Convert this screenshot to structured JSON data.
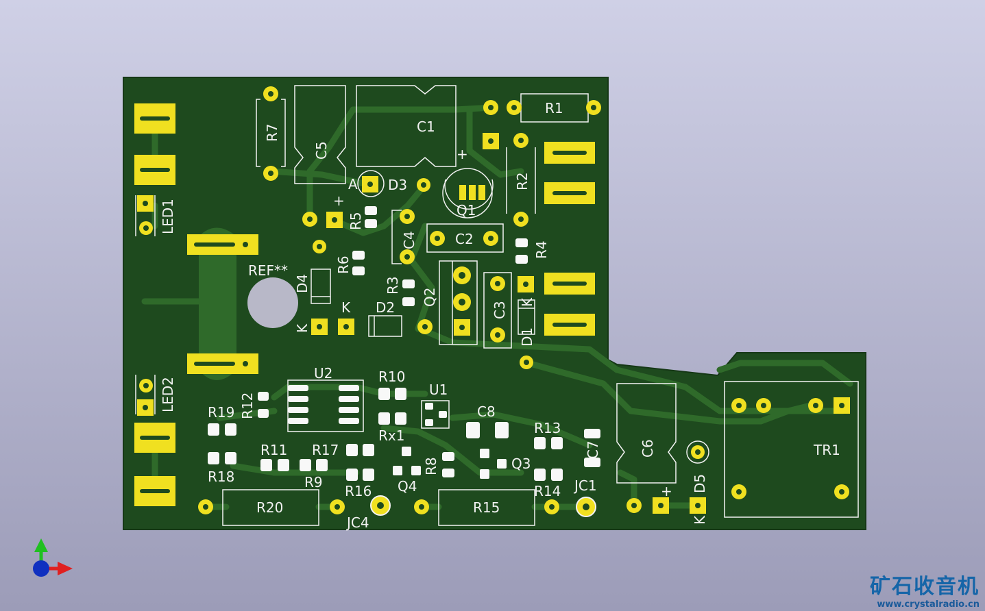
{
  "viewer": {
    "board": {
      "colors": {
        "board": "#1e4a1e",
        "track": "#2f6a2a",
        "pad": "#f0e020",
        "silk": "#f2f2f2"
      }
    },
    "labels": {
      "r1": "R1",
      "r2": "R2",
      "r3": "R3",
      "r4": "R4",
      "r5": "R5",
      "r6": "R6",
      "r7": "R7",
      "r8": "R8",
      "r9": "R9",
      "r10": "R10",
      "r11": "R11",
      "r12": "R12",
      "r13": "R13",
      "r14": "R14",
      "r15": "R15",
      "r16": "R16",
      "r17": "R17",
      "r18": "R18",
      "r19": "R19",
      "r20": "R20",
      "rx1": "Rx1",
      "c1": "C1",
      "c2": "C2",
      "c3": "C3",
      "c4": "C4",
      "c5": "C5",
      "c6": "C6",
      "c7": "C7",
      "c8": "C8",
      "q1": "Q1",
      "q2": "Q2",
      "q3": "Q3",
      "q4": "Q4",
      "d1": "D1",
      "d2": "D2",
      "d3": "D3",
      "d4": "D4",
      "d5": "D5",
      "u1": "U1",
      "u2": "U2",
      "tr1": "TR1",
      "jc1": "JC1",
      "jc4": "JC4",
      "led1": "LED1",
      "led2": "LED2",
      "ref": "REF**",
      "k": "K",
      "a": "A",
      "plus": "+"
    },
    "axes": {
      "x_icon": "x-axis-arrow-red",
      "y_icon": "y-axis-arrow-green",
      "z_icon": "z-axis-dot-blue"
    }
  },
  "watermark": {
    "title": "矿石收音机",
    "url": "www.crystalradio.cn"
  }
}
